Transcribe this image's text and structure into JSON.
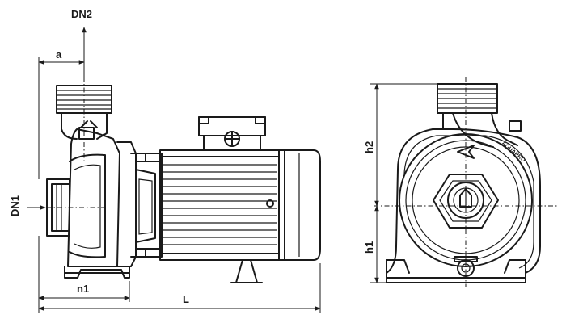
{
  "labels": {
    "dn2": "DN2",
    "dn1": "DN1",
    "a": "a",
    "n1": "n1",
    "L": "L",
    "h1": "h1",
    "h2": "h2"
  },
  "logo_text": "AQUAPRO"
}
